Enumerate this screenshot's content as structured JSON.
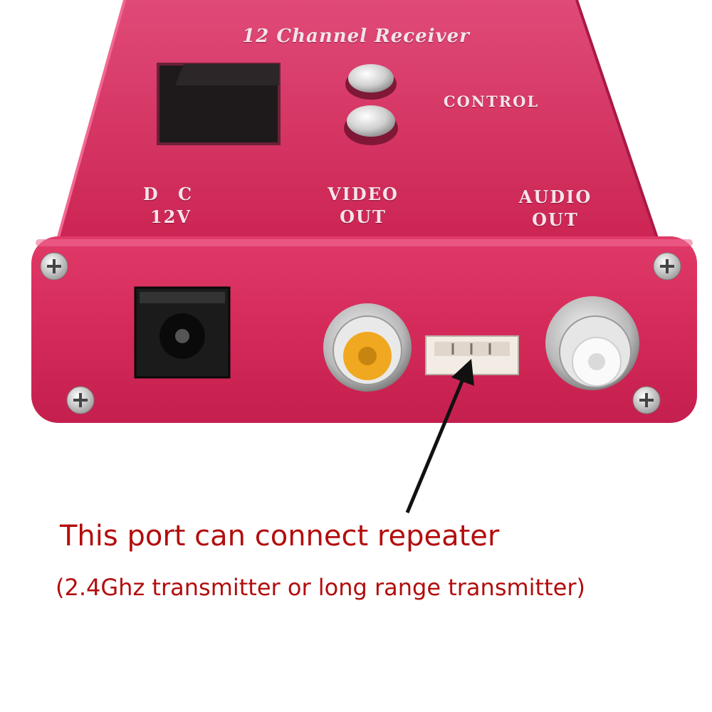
{
  "device": {
    "title": "12 Channel  Receiver",
    "control_label": "CONTROL",
    "dc_label_line1": "D C",
    "dc_label_line2": "12V",
    "video_label_line1": "VIDEO",
    "video_label_line2": "OUT",
    "audio_label_line1": "AUDIO",
    "audio_label_line2": "OUT",
    "body_color": "#d42a5a",
    "video_jack_color": "#f0a820",
    "audio_jack_color": "#f2f2f2"
  },
  "annotation": {
    "line1": "This port can connect repeater",
    "line2": "(2.4Ghz transmitter or long range transmitter)",
    "text_color": "#b30d0d"
  }
}
